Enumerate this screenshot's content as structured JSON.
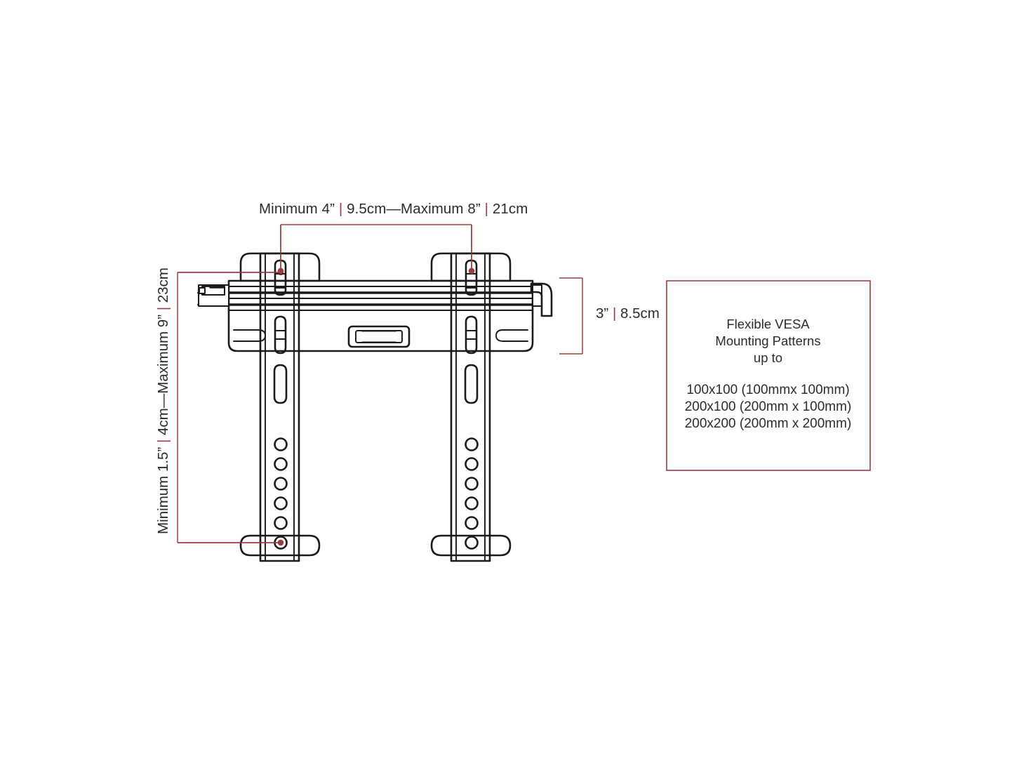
{
  "page": {
    "title": "TV Wall Mount Bracket Dimension Diagram",
    "background_color": "#ffffff",
    "line_color": "#1a1a1a",
    "dimension_color": "#9e3b42",
    "text_color": "#2b2b2b"
  },
  "dimensions": {
    "horizontal": {
      "min_label": "Minimum 4”",
      "min_metric": "9.5cm",
      "max_label": "Maximum 8”",
      "max_metric": "21cm",
      "separator": "|",
      "dash": "—",
      "full_text": "Minimum 4” | 9.5cm—Maximum 8” | 21cm"
    },
    "vertical": {
      "min_label": "Minimum 1.5”",
      "min_metric": "4cm",
      "max_label": "Maximum 9”",
      "max_metric": "23cm",
      "separator": "|",
      "dash": "—",
      "full_text": "Minimum 1.5” | 4cm—Maximum 9” | 23cm"
    },
    "depth": {
      "imperial": "3”",
      "separator": "|",
      "metric": "8.5cm",
      "full_text": "3” | 8.5cm"
    }
  },
  "vesa_box": {
    "line1": "Flexible VESA",
    "line2": "Mounting Patterns",
    "line3": "up to",
    "patterns": [
      "100x100 (100mmx 100mm)",
      "200x100 (200mm x 100mm)",
      "200x200 (200mm x 200mm)"
    ],
    "border_color": "#9e3b42"
  },
  "product": {
    "name": "flat-panel-tv-wall-mount",
    "parts": [
      "wall-plate",
      "left-vertical-rail",
      "right-vertical-rail",
      "bubble-level",
      "safety-hook",
      "locking-pin"
    ]
  }
}
